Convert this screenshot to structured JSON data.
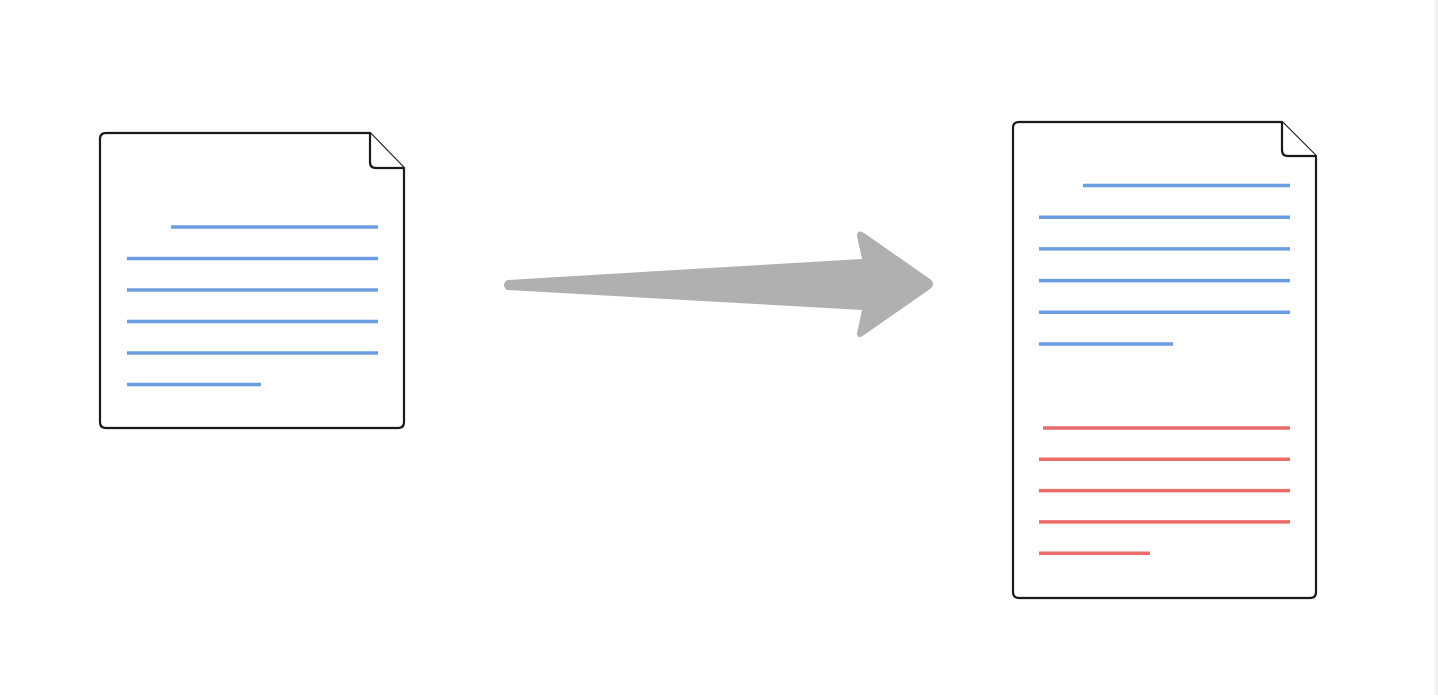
{
  "diagram": {
    "colors": {
      "background": "#ffffff",
      "outline": "#1a1a1a",
      "original_text": "#6b9de0",
      "added_text": "#ec6b6b",
      "arrow": "#b0b0b0"
    },
    "source_document": {
      "icon": "document-icon",
      "text_line_count": 6,
      "line_color_key": "original_text"
    },
    "transform_arrow": {
      "icon": "arrow-right-icon",
      "color_key": "arrow"
    },
    "result_document": {
      "icon": "document-icon",
      "paragraphs": [
        {
          "text_line_count": 6,
          "line_color_key": "original_text"
        },
        {
          "text_line_count": 5,
          "line_color_key": "added_text"
        }
      ]
    }
  }
}
